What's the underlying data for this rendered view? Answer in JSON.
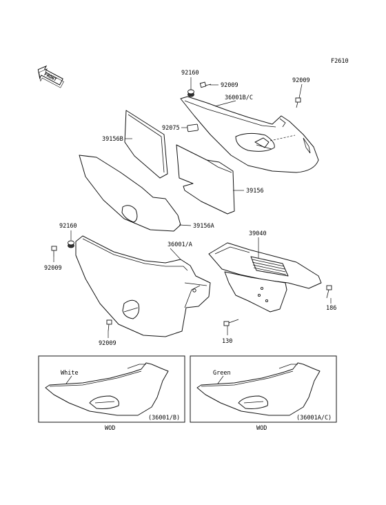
{
  "figure_code": "F2610",
  "front_label": "FRONT",
  "callouts": [
    "92160",
    "92009",
    "92009",
    "36001B/C",
    "92075",
    "39156B",
    "39156",
    "39156A",
    "92160",
    "92009",
    "36001/A",
    "39040",
    "186",
    "92009",
    "130"
  ],
  "variants": [
    {
      "color": "White",
      "part": "(36001/B)",
      "note": "WOD"
    },
    {
      "color": "Green",
      "part": "(36001A/C)",
      "note": "WOD"
    }
  ]
}
